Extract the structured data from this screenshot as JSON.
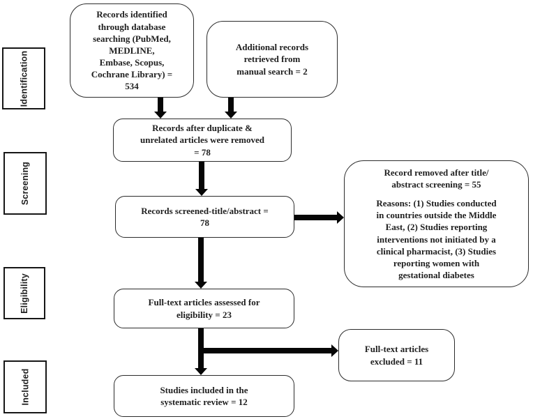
{
  "diagram": {
    "type": "flowchart",
    "stages": [
      {
        "label": "Identification"
      },
      {
        "label": "Screening"
      },
      {
        "label": "Eligibility"
      },
      {
        "label": "Included"
      }
    ],
    "boxes": {
      "db_search": "Records identified\nthrough database\nsearching (PubMed,\nMEDLINE,\nEmbase, Scopus,\nCochrane Library) =\n534",
      "manual_search": "Additional records\nretrieved from\nmanual search = 2",
      "after_duplicates": "Records after duplicate &\nunrelated articles were removed\n= 78",
      "screened": "Records screened-title/abstract =\n78",
      "removed_heading": "Record removed after title/\nabstract screening = 55",
      "removed_reasons": "Reasons: (1) Studies conducted\nin countries outside the Middle\nEast, (2) Studies reporting\ninterventions not initiated by a\nclinical pharmacist, (3) Studies\nreporting women with\ngestational diabetes",
      "fulltext_assessed": "Full-text articles assessed for\neligibility = 23",
      "fulltext_excluded": "Full-text articles\nexcluded = 11",
      "included_final": "Studies included in the\nsystematic review = 12"
    },
    "colors": {
      "background": "#ffffff",
      "box_border": "#2b2b2b",
      "text": "#1f1f1f",
      "arrow": "#060606"
    }
  }
}
